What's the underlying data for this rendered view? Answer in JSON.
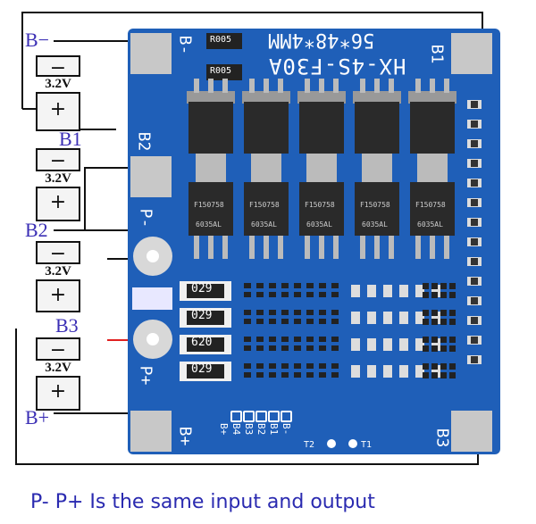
{
  "board": {
    "model": "HX-4S-F30A",
    "dimensions": "56*48*4MM",
    "resistor_1": "R005",
    "resistor_2": "R005",
    "pad_b_minus": "B-",
    "pad_b1": "B1",
    "pad_b2": "B2",
    "pad_p_minus": "P-",
    "pad_p_plus": "P+",
    "pad_b_plus": "B+",
    "pad_b3": "B3",
    "header_labels": [
      "B+",
      "B4",
      "B3",
      "B2",
      "B1",
      "B-"
    ],
    "t2": "T2",
    "t1": "T1",
    "smd_codes": [
      "029",
      "029",
      "620",
      "029"
    ],
    "mosfet_code": "6035AL",
    "mosfet_brand": "F150758"
  },
  "diagram": {
    "label_b_minus": "B−",
    "label_b1": "B1",
    "label_b2": "B2",
    "label_b3": "B3",
    "label_b_plus": "B+",
    "cells": [
      {
        "minus": "−",
        "voltage": "3.2V",
        "plus": "+"
      },
      {
        "minus": "−",
        "voltage": "3.2V",
        "plus": "+"
      },
      {
        "minus": "−",
        "voltage": "3.2V",
        "plus": "+"
      },
      {
        "minus": "−",
        "voltage": "3.2V",
        "plus": "+"
      }
    ]
  },
  "caption": "P- P+ Is the same input and output",
  "colors": {
    "pcb": "#1f5fb8",
    "pad": "#c8c8c8",
    "label": "#3b2fb5",
    "wire_red": "#e02020"
  }
}
